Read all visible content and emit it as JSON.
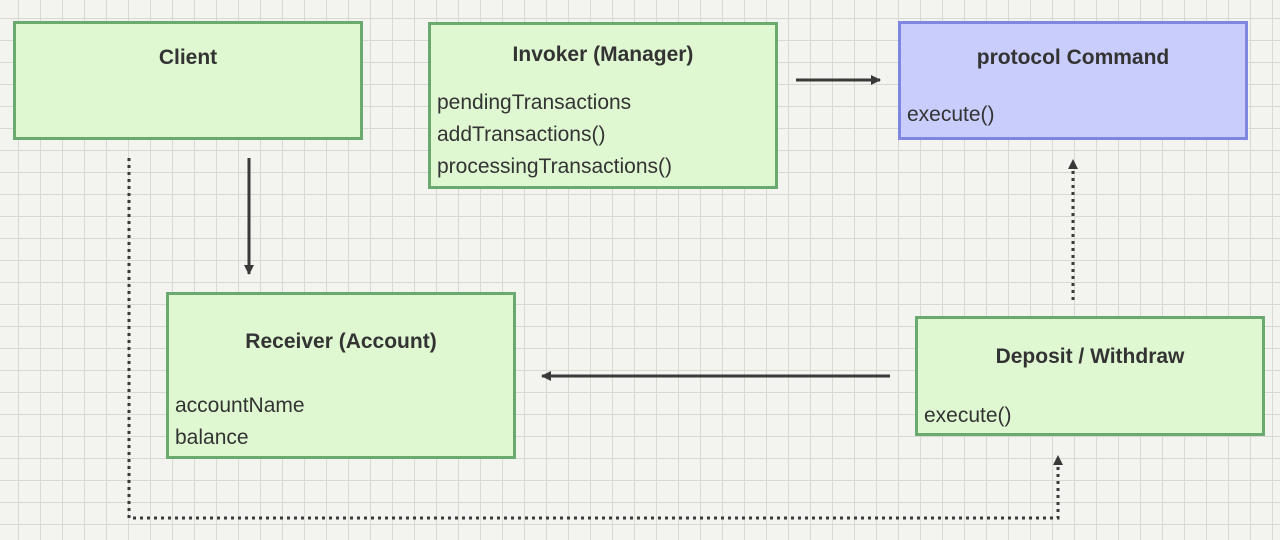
{
  "diagram": {
    "boxes": {
      "client": {
        "title": "Client",
        "members": []
      },
      "invoker": {
        "title": "Invoker (Manager)",
        "members": [
          "pendingTransactions",
          "addTransactions()",
          "processingTransactions()"
        ]
      },
      "command": {
        "title": "protocol Command",
        "members": [
          "execute()"
        ]
      },
      "receiver": {
        "title": "Receiver (Account)",
        "members": [
          "accountName",
          "balance"
        ]
      },
      "deposit": {
        "title": "Deposit / Withdraw",
        "members": [
          "execute()"
        ]
      }
    },
    "colors": {
      "class_fill": "#dff8d2",
      "class_border": "#6aaa6f",
      "protocol_fill": "#c8cdfb",
      "protocol_border": "#7f86e0",
      "arrow": "#3a3a3a"
    }
  }
}
